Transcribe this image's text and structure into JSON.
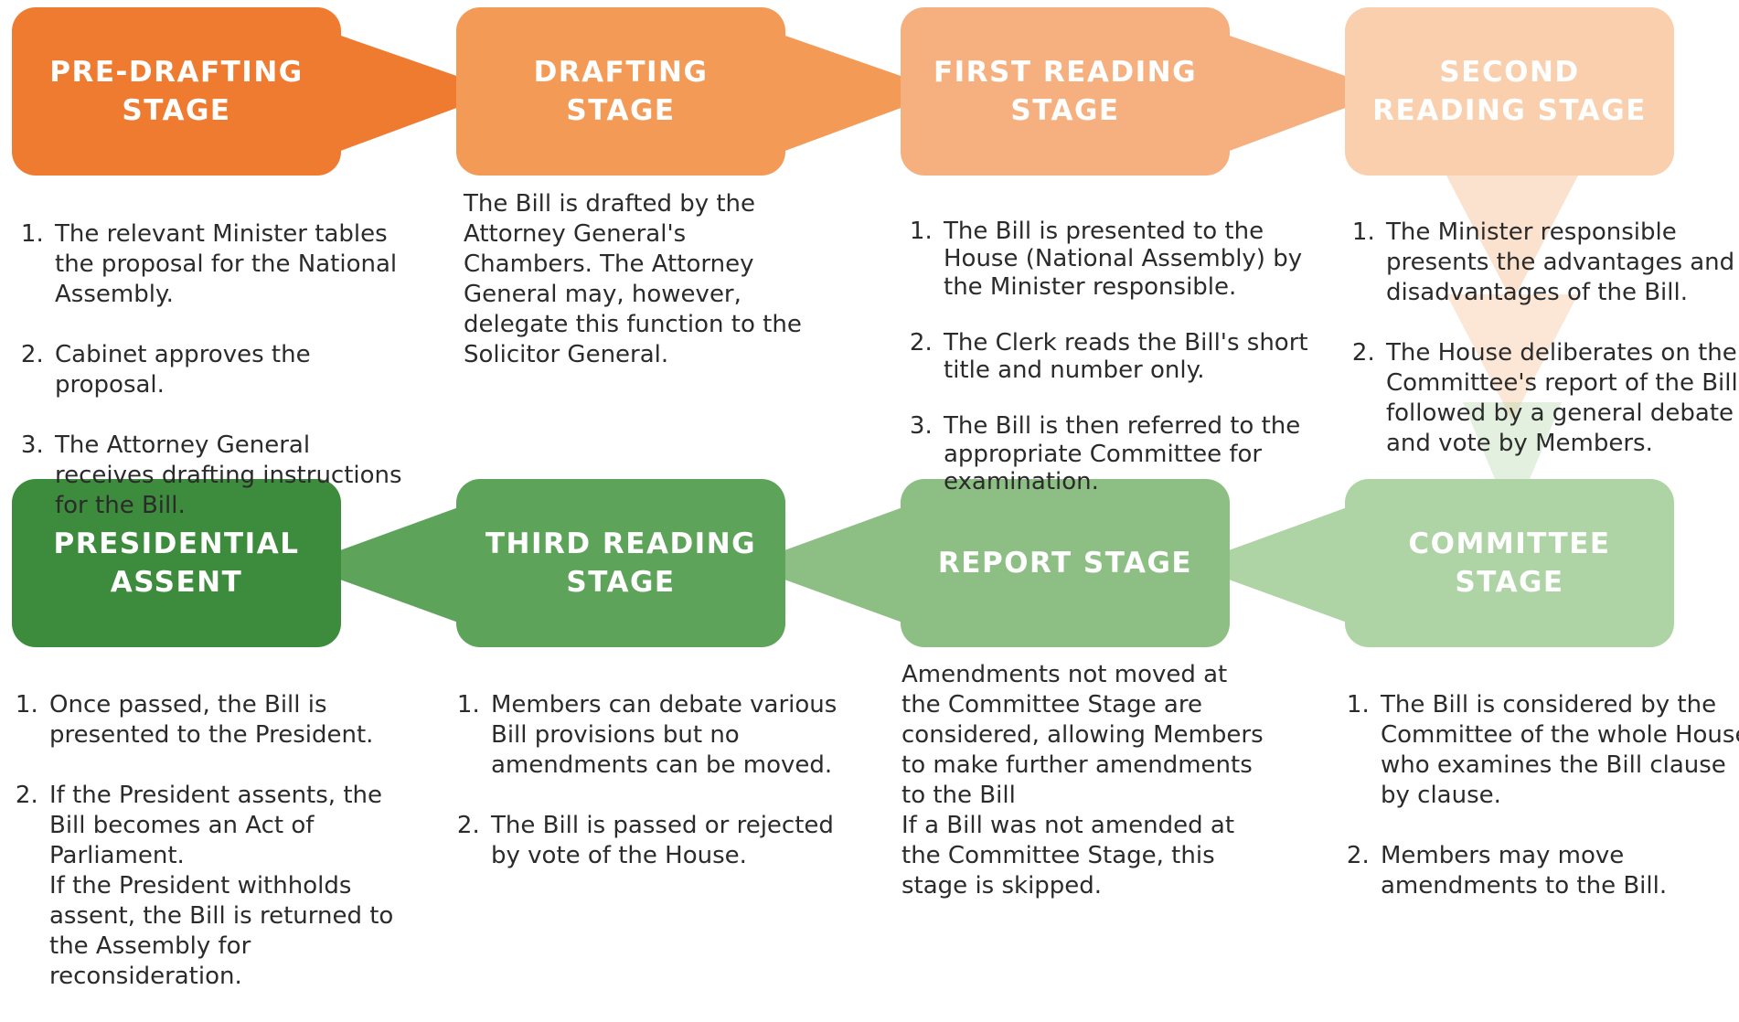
{
  "colors": {
    "pre_drafting": "#ee7b30",
    "drafting": "#f39a56",
    "first_reading": "#f6b07f",
    "second_reading": "#f9cfae",
    "committee": "#aed3a4",
    "report": "#8dbf84",
    "third_reading": "#5ea35a",
    "presidential": "#3d8b3d"
  },
  "stages": {
    "pre_drafting": {
      "title": "PRE-DRAFTING\nSTAGE",
      "items": [
        "The relevant Minister tables the proposal for the National Assembly.",
        "Cabinet approves the proposal.",
        "The Attorney General receives drafting instructions for the Bill."
      ]
    },
    "drafting": {
      "title": "DRAFTING\nSTAGE",
      "text": "The Bill is drafted by the Attorney General's Chambers. The Attorney General may, however, delegate this function to the Solicitor General."
    },
    "first_reading": {
      "title": "FIRST READING\nSTAGE",
      "items": [
        "The Bill is presented to the House (National Assembly) by the Minister responsible.",
        "The Clerk reads the Bill's short title and number only.",
        "The Bill is then referred to the appropriate Committee for examination."
      ]
    },
    "second_reading": {
      "title": "SECOND\nREADING STAGE",
      "items": [
        "The Minister responsible presents the advantages and disadvantages of the Bill.",
        "The House deliberates on the Committee's report of the Bill, followed by a general debate and vote by Members."
      ]
    },
    "committee": {
      "title": "COMMITTEE\nSTAGE",
      "items": [
        "The Bill is considered by the Committee of the whole House who examines the Bill clause by clause.",
        "Members may move amendments to the Bill."
      ]
    },
    "report": {
      "title": "REPORT STAGE",
      "text": "Amendments not moved at the Committee Stage are considered, allowing Members to make further amendments to the Bill\nIf a Bill was not amended at the Committee Stage, this stage is skipped."
    },
    "third_reading": {
      "title": "THIRD READING\nSTAGE",
      "items": [
        "Members can debate various Bill provisions but no amendments can be moved.",
        "The Bill is passed or rejected by vote of the House."
      ]
    },
    "presidential": {
      "title": "PRESIDENTIAL\nASSENT",
      "items": [
        "Once passed, the Bill is presented to the President.",
        "If the President assents, the Bill becomes an Act of Parliament.\nIf the President withholds assent, the Bill is returned to the Assembly for reconsideration."
      ]
    }
  }
}
